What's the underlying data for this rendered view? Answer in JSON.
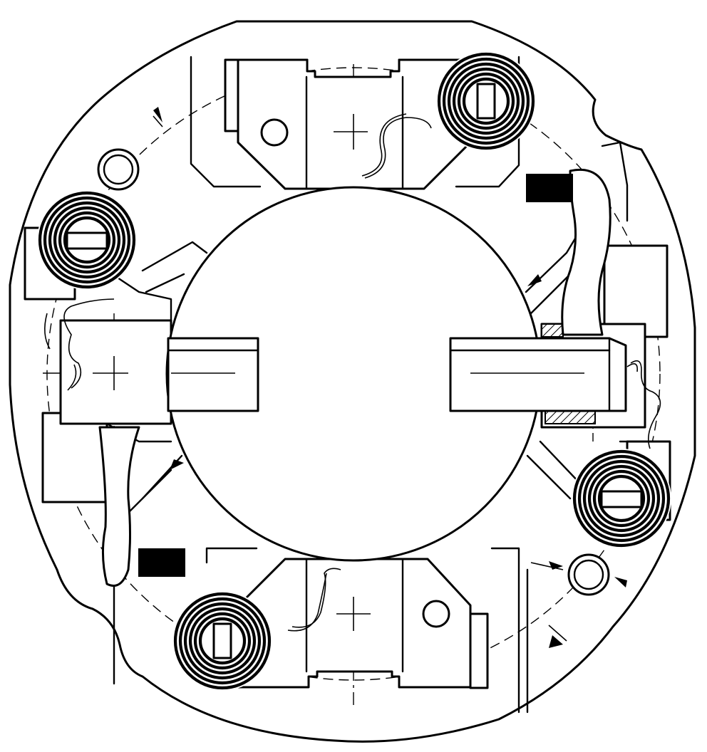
{
  "figure": {
    "subject": "",
    "colors": {
      "line": "#000000",
      "background": "#ffffff"
    },
    "components": {
      "housing": "brush-holder-plate",
      "commutator": "central-disc",
      "brushes": 4,
      "coil_springs": 4,
      "terminal_blocks": 2,
      "guide_pins": 2,
      "shunt_leads": 2
    }
  }
}
